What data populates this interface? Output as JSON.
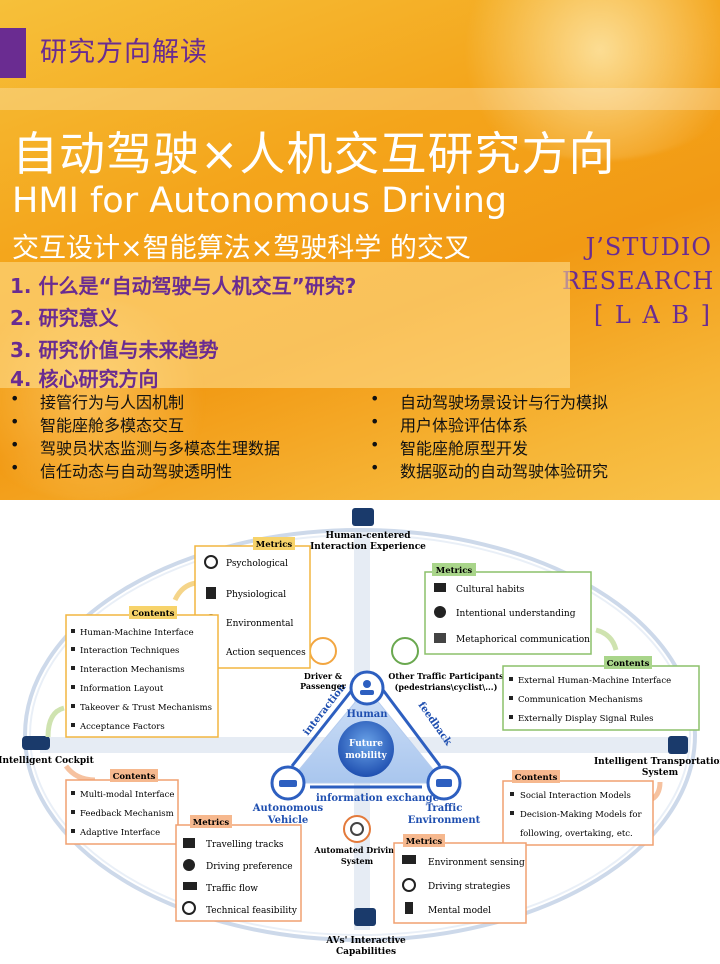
{
  "header": {
    "tag": "研究方向解读",
    "title": "自动驾驶×人机交互研究方向",
    "subtitle_en": "HMI for Autonomous Driving",
    "subtitle_cn": "交互设计×智能算法×驾驶科学 的交叉",
    "lab": [
      "J’STUDIO",
      "RESEARCH",
      "[ L A B ]"
    ]
  },
  "questions": [
    "1. 什么是“自动驾驶与人机交互”研究?",
    "2. 研究意义",
    "3. 研究价值与未来趋势",
    "4. 核心研究方向"
  ],
  "bullets_left": [
    "接管行为与人因机制",
    "智能座舱多模态交互",
    "驾驶员状态监测与多模态生理数据",
    "信任动态与自动驾驶透明性"
  ],
  "bullets_right": [
    "自动驾驶场景设计与行为模拟",
    "用户体验评估体系",
    "智能座舱原型开发",
    "数据驱动的自动驾驶体验研究"
  ],
  "diagram": {
    "nodes": {
      "human": "Human",
      "center": [
        "Future",
        "mobility"
      ],
      "vehicle": [
        "Autonomous",
        "Vehicle"
      ],
      "traffic": [
        "Traffic",
        "Environment"
      ],
      "interaction": "interaction",
      "feedback": "feedback",
      "info": "information exchange"
    },
    "top": [
      "Human-centered",
      "Interaction Experience"
    ],
    "bottom": [
      "AVs' Interactive",
      "Capabilities"
    ],
    "left": "Intelligent Cockpit",
    "right": [
      "Intelligent Transportation",
      "System"
    ],
    "driver": [
      "Driver &",
      "Passenger"
    ],
    "others": [
      "Other Traffic Participants",
      "(pedestrians\\cyclist\\...)"
    ],
    "ads": [
      "Automated Driving",
      "System"
    ],
    "metrics_label": "Metrics",
    "contents_label": "Contents",
    "m_human": [
      "Psychological",
      "Physiological",
      "Environmental",
      "Action sequences"
    ],
    "m_other": [
      "Cultural habits",
      "Intentional understanding",
      "Metaphorical communication"
    ],
    "c_hmi": [
      "Human-Machine Interface",
      "Interaction Techniques",
      "Interaction Mechanisms",
      "Information Layout",
      "Takeover & Trust Mechanisms",
      "Acceptance Factors"
    ],
    "c_ext": [
      "External Human-Machine Interface",
      "Communication Mechanisms",
      "Externally Display Signal Rules"
    ],
    "c_cockpit": [
      "Multi-modal Interface",
      "Feedback Mechanism",
      "Adaptive Interface"
    ],
    "m_vehicle": [
      "Travelling tracks",
      "Driving preference",
      "Traffic flow",
      "Technical feasibility"
    ],
    "c_social": [
      "Social Interaction Models",
      "Decision-Making Models for",
      "following, overtaking, etc."
    ],
    "m_env": [
      "Environment sensing",
      "Driving strategies",
      "Mental model"
    ]
  }
}
